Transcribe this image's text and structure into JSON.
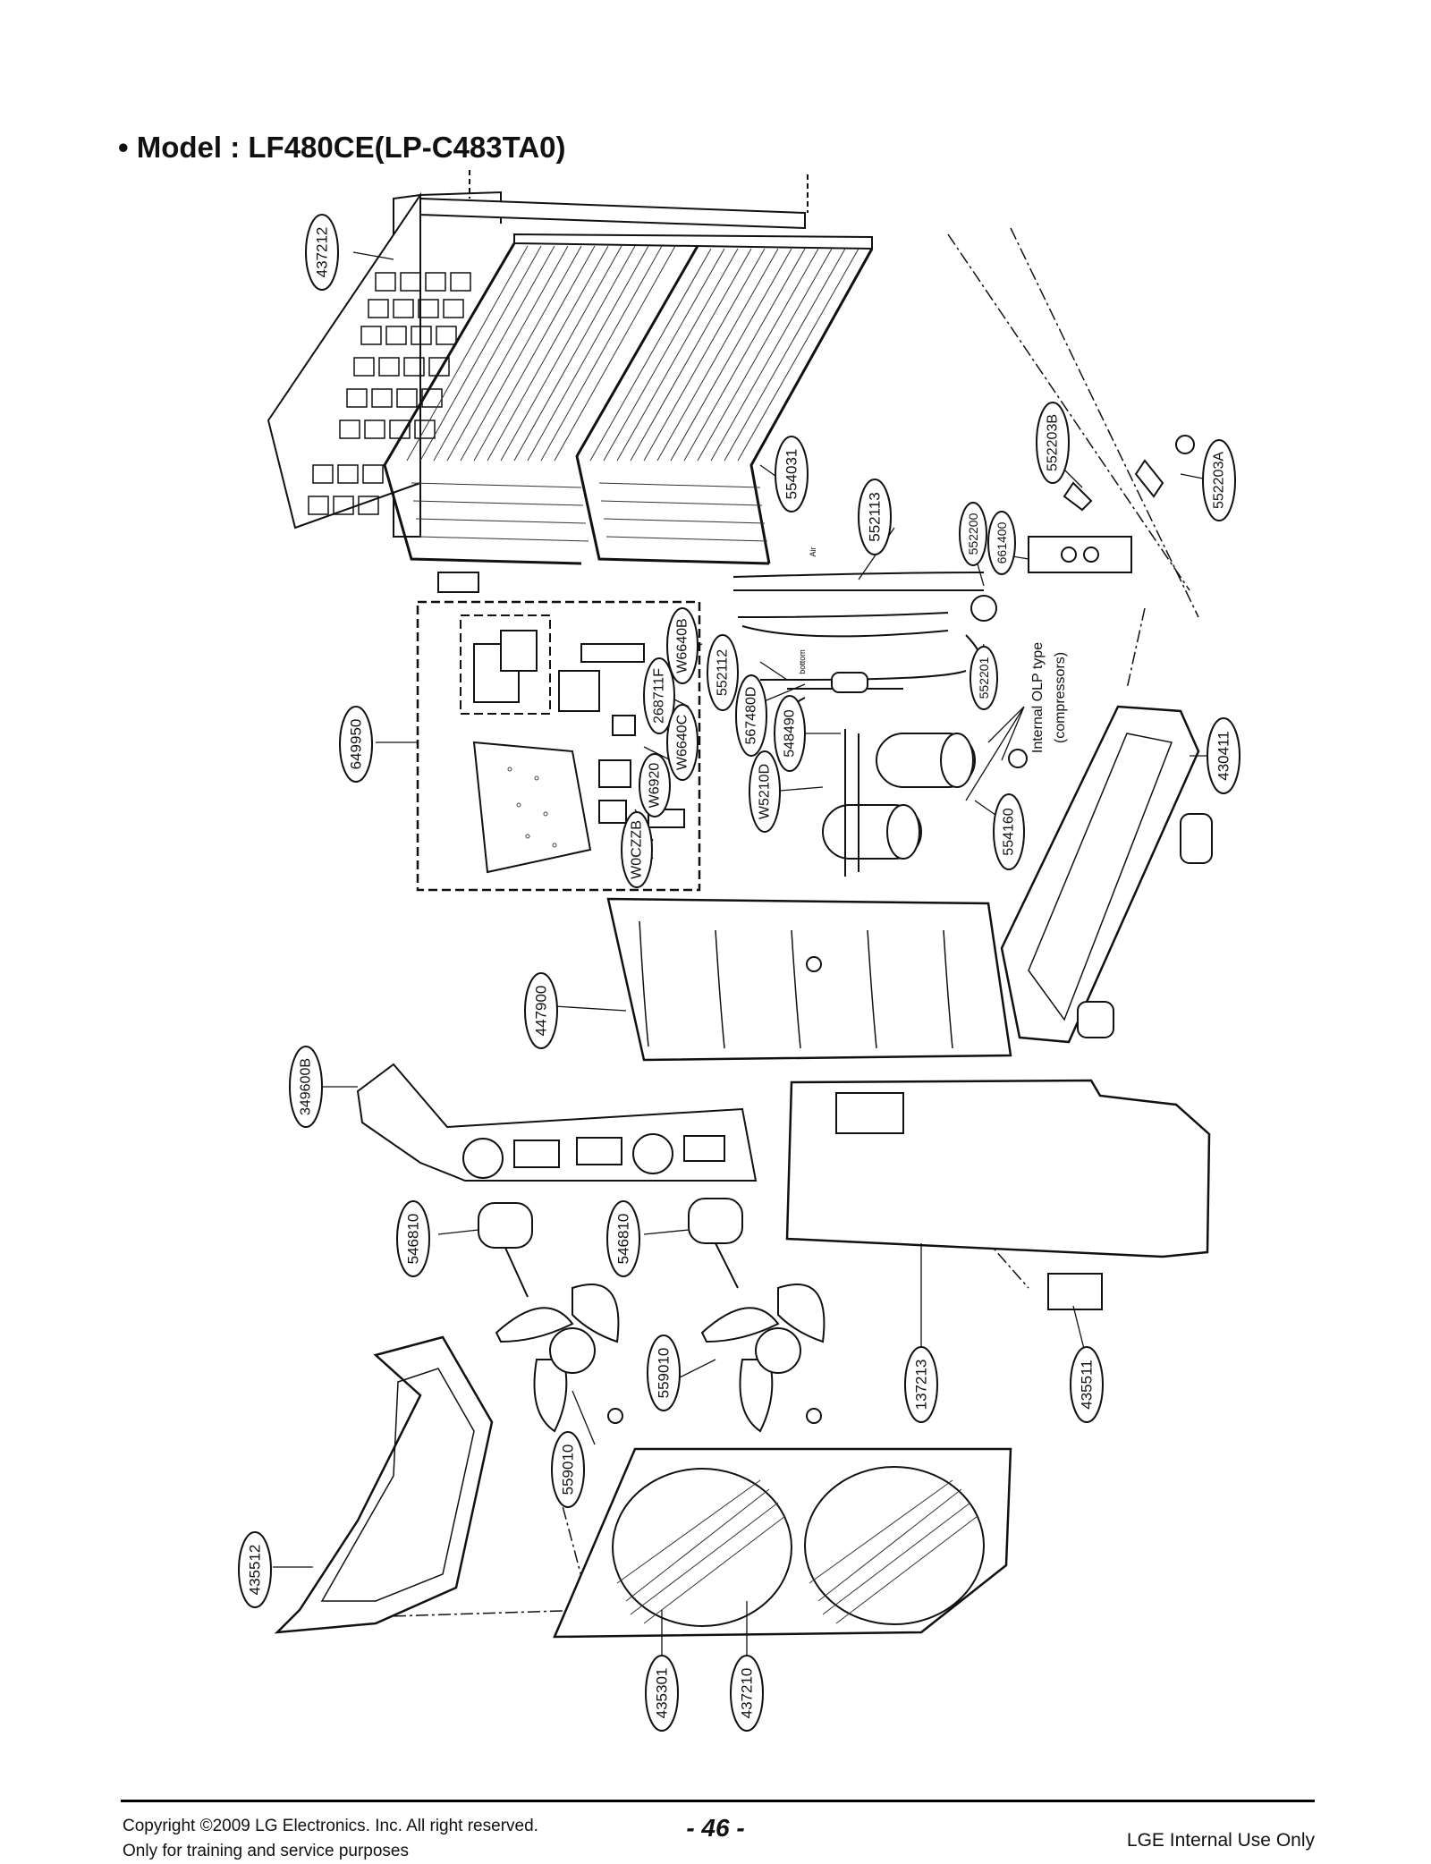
{
  "title": "• Model : LF480CE(LP-C483TA0)",
  "parts": {
    "p437212": "437212",
    "p554031": "554031",
    "p552113": "552113",
    "p552200": "552200",
    "p661400": "661400",
    "p552203B": "552203B",
    "p552203A": "552203A",
    "p649950": "649950",
    "pW6640B": "W6640B",
    "p268711F": "268711F",
    "pW6640C": "W6640C",
    "pW6920": "W6920",
    "pW0CZZB": "W0CZZB",
    "p552112": "552112",
    "p567480D": "567480D",
    "p548490": "548490",
    "pW5210D": "W5210D",
    "p552201": "552201",
    "p554160": "554160",
    "p430411": "430411",
    "p447900": "447900",
    "p349600B": "349600B",
    "p546810a": "546810",
    "p546810b": "546810",
    "p559010a": "559010",
    "p559010b": "559010",
    "p137213": "137213",
    "p435511": "435511",
    "p435512": "435512",
    "p435301": "435301",
    "p437210": "437210"
  },
  "annotations": {
    "olp_line1": "Internal OLP type",
    "olp_line2": "(compressors)",
    "air": "Air",
    "bottom": "bottom"
  },
  "footer": {
    "copyright": "Copyright ©2009 LG Electronics. Inc. All right reserved.",
    "purpose": "Only for training and service purposes",
    "page": "- 46 -",
    "internal": "LGE Internal Use Only"
  }
}
